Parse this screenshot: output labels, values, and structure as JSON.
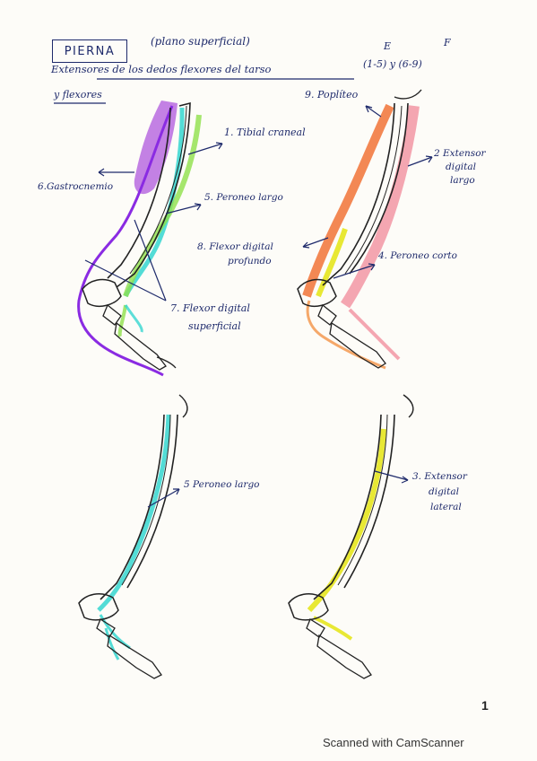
{
  "header": {
    "title": "PIERNA",
    "subtitle": "(plano superficial)",
    "line1": "Extensores de los dedos flexores del tarso",
    "ranges": "(1-5) y (6-9)",
    "label_e": "E",
    "label_f": "F",
    "line2": "y flexores"
  },
  "labels": {
    "gastrocnemio": "6.Gastrocnemio",
    "tibial_craneal": "1. Tibial craneal",
    "peroneo_largo_top": "5. Peroneo largo",
    "flexor_sup_1": "7. Flexor digital",
    "flexor_sup_2": "superficial",
    "popliteo": "9. Poplíteo",
    "ext_largo_1": "2 Extensor",
    "ext_largo_2": "digital",
    "ext_largo_3": "largo",
    "flexor_prof_1": "8. Flexor digital",
    "flexor_prof_2": "profundo",
    "peroneo_corto": "4. Peroneo corto",
    "peroneo_largo_bottom": "5 Peroneo largo",
    "ext_lateral_1": "3. Extensor",
    "ext_lateral_2": "digital",
    "ext_lateral_3": "lateral"
  },
  "page_number": "1",
  "footer": "Scanned with CamScanner",
  "colors": {
    "ink": "#1e2a6b",
    "purple": "#8a2be2",
    "violet": "#b86be0",
    "cyan": "#35d6d0",
    "green": "#8ee04a",
    "orange": "#f06a2a",
    "pink": "#f08a9a",
    "yellow": "#e6e61e",
    "peach": "#f5a86a"
  }
}
